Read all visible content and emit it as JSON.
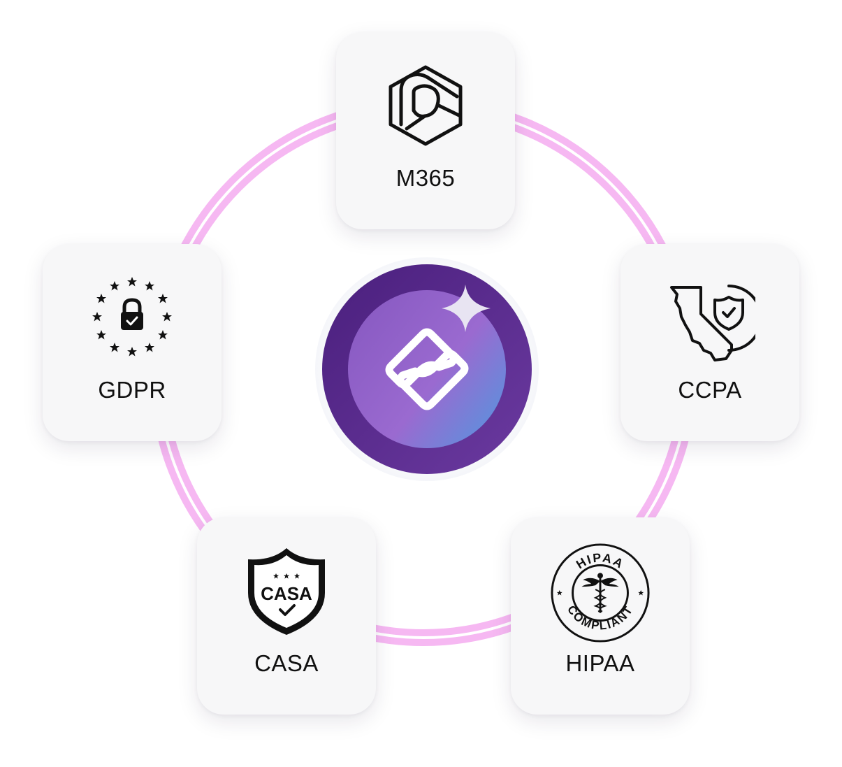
{
  "accent": {
    "ring": "#f6b8f2",
    "hub_outer": "#5b2d8e",
    "hub_inner_start": "#9a63cc",
    "hub_inner_end": "#6a8ad6"
  },
  "center": {
    "logo_icon": "link-logo-icon",
    "sparkle_icon": "sparkle-icon"
  },
  "nodes": {
    "m365": {
      "label": "M365",
      "icon": "microsoft-365-icon"
    },
    "gdpr": {
      "label": "GDPR",
      "icon": "eu-lock-icon"
    },
    "ccpa": {
      "label": "CCPA",
      "icon": "california-shield-icon"
    },
    "casa": {
      "label": "CASA",
      "icon": "casa-shield-icon",
      "badge_text": "CASA"
    },
    "hipaa": {
      "label": "HIPAA",
      "icon": "hipaa-seal-icon",
      "seal_top": "HIPAA",
      "seal_bottom": "COMPLIANT"
    }
  }
}
